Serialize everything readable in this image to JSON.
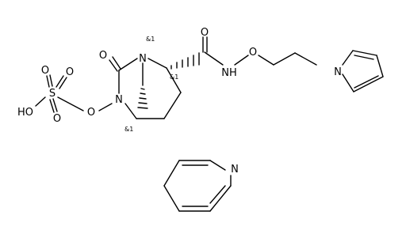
{
  "molecule_main": {
    "atoms": {
      "o_carbonyl": "O",
      "n_bridgehead": "N",
      "n_ring": "N",
      "o_n": "O",
      "s_sulfonate": "S",
      "o_sulfonate_top1": "O",
      "o_sulfonate_top2": "O",
      "o_sulfonate_bottom": "O",
      "oh_sulfonate": "HO",
      "o_amide": "O",
      "nh_amide": "NH",
      "o_ether": "O",
      "n_pyrrole": "N"
    },
    "stereo_labels": {
      "n_bridgehead": "&1",
      "c_alpha": "&1",
      "c_bridge": "&1"
    }
  },
  "molecule_pyridine": {
    "atoms": {
      "n_pyridine": "N"
    }
  }
}
